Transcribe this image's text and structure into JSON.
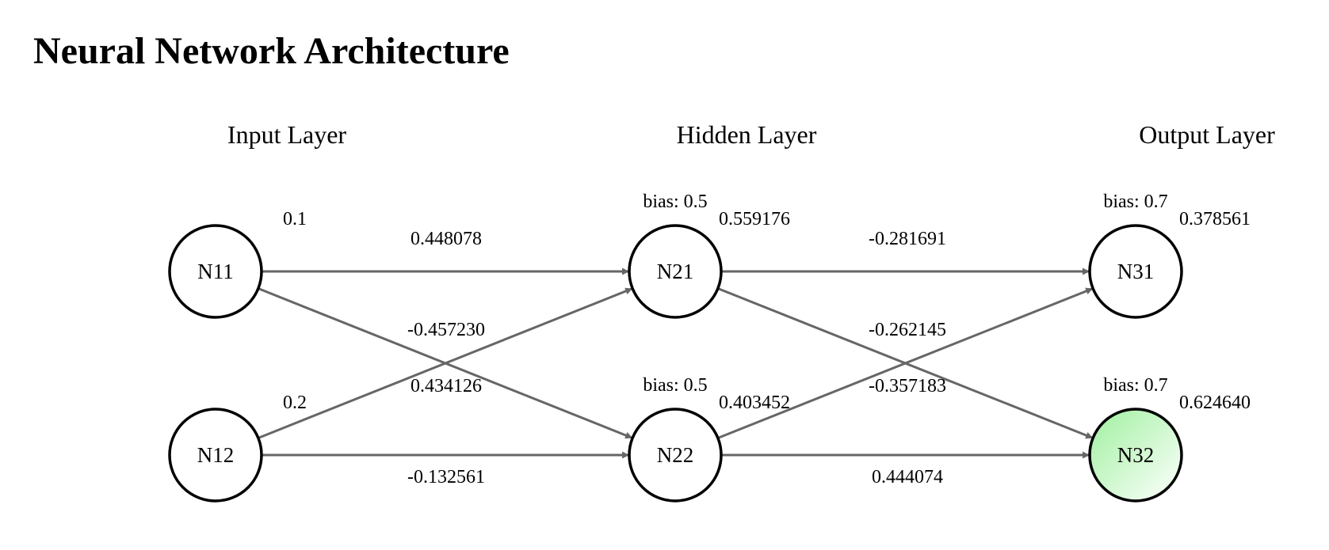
{
  "title": "Neural Network Architecture",
  "layers": [
    {
      "id": "input",
      "label": "Input Layer"
    },
    {
      "id": "hidden",
      "label": "Hidden Layer"
    },
    {
      "id": "output",
      "label": "Output Layer"
    }
  ],
  "nodes": {
    "N11": {
      "label": "N11",
      "value": "0.1",
      "bias": null
    },
    "N12": {
      "label": "N12",
      "value": "0.2",
      "bias": null
    },
    "N21": {
      "label": "N21",
      "value": "0.559176",
      "bias": "bias: 0.5"
    },
    "N22": {
      "label": "N22",
      "value": "0.403452",
      "bias": "bias: 0.5"
    },
    "N31": {
      "label": "N31",
      "value": "0.378561",
      "bias": "bias: 0.7"
    },
    "N32": {
      "label": "N32",
      "value": "0.624640",
      "bias": "bias: 0.7",
      "highlight": true
    }
  },
  "edges": [
    {
      "from": "N11",
      "to": "N21",
      "weight": "0.448078"
    },
    {
      "from": "N11",
      "to": "N22",
      "weight": "-0.457230"
    },
    {
      "from": "N12",
      "to": "N21",
      "weight": "0.434126"
    },
    {
      "from": "N12",
      "to": "N22",
      "weight": "-0.132561"
    },
    {
      "from": "N21",
      "to": "N31",
      "weight": "-0.281691"
    },
    {
      "from": "N21",
      "to": "N32",
      "weight": "-0.262145"
    },
    {
      "from": "N22",
      "to": "N31",
      "weight": "-0.357183"
    },
    {
      "from": "N22",
      "to": "N32",
      "weight": "0.444074"
    }
  ],
  "colors": {
    "edge": "#666666",
    "node_stroke": "#000000",
    "highlight_fill_start": "#a6f0a6",
    "highlight_fill_end": "#ffffff"
  }
}
